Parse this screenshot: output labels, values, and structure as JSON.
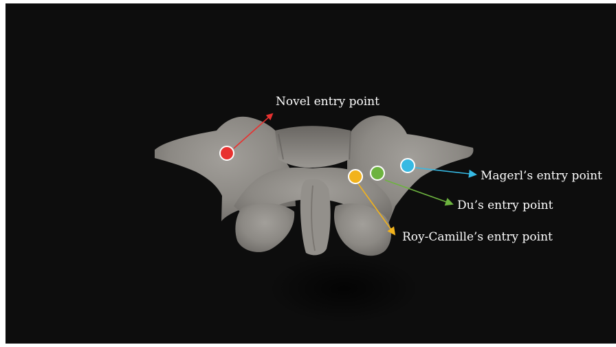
{
  "labels": {
    "novel": "Novel entry point",
    "magerl": "Magerl’s entry point",
    "du": "Du’s entry point",
    "roy_camille": "Roy-Camille’s entry point"
  },
  "colors": {
    "background": "#0d0d0d",
    "bone": "#8e8b86",
    "novel": "#e8312f",
    "magerl": "#36b9e3",
    "du": "#6db33f",
    "roy_camille": "#f2b31c"
  }
}
